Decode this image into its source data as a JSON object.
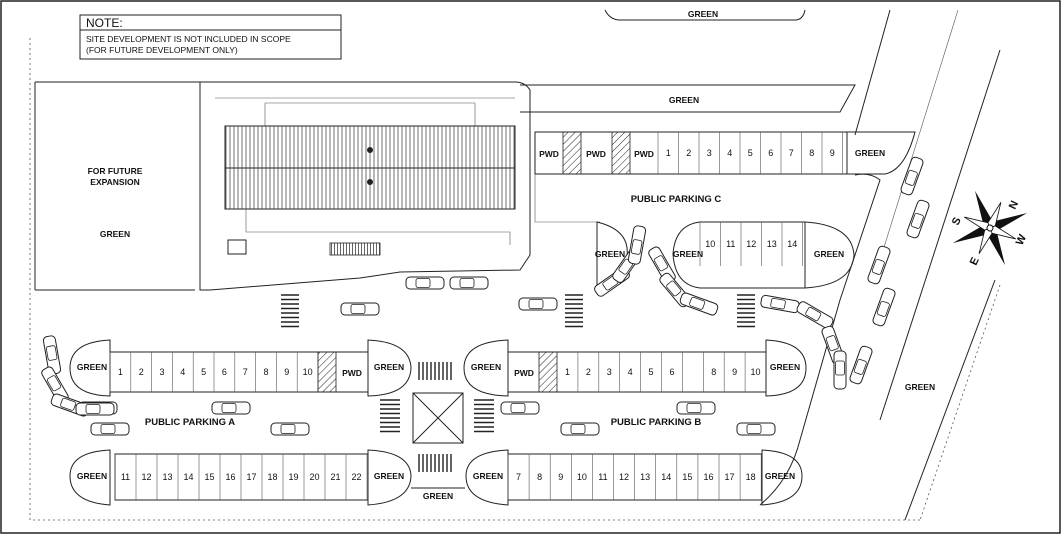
{
  "note": {
    "title": "NOTE:",
    "line1": "SITE DEVELOPMENT IS NOT INCLUDED IN SCOPE",
    "line2": "(FOR FUTURE DEVELOPMENT ONLY)"
  },
  "labels": {
    "green": "GREEN",
    "pwd": "PWD",
    "future_1": "FOR FUTURE",
    "future_2": "EXPANSION",
    "parking_a": "PUBLIC PARKING A",
    "parking_b": "PUBLIC PARKING B",
    "parking_c": "PUBLIC PARKING C"
  },
  "compass": {
    "n": "N",
    "s": "S",
    "e": "E",
    "w": "W"
  },
  "slots": {
    "parking_a_top": [
      "1",
      "2",
      "3",
      "4",
      "5",
      "6",
      "7",
      "8",
      "9",
      "10"
    ],
    "parking_a_bottom": [
      "11",
      "12",
      "13",
      "14",
      "15",
      "16",
      "17",
      "18",
      "19",
      "20",
      "21",
      "22"
    ],
    "parking_b_top": [
      "1",
      "2",
      "3",
      "4",
      "5",
      "6",
      "",
      "8",
      "9",
      "10"
    ],
    "parking_b_bottom": [
      "7",
      "8",
      "9",
      "10",
      "11",
      "12",
      "13",
      "14",
      "15",
      "16",
      "17",
      "18"
    ],
    "parking_c_row": [
      "1",
      "2",
      "3",
      "4",
      "5",
      "6",
      "7",
      "8",
      "9"
    ],
    "parking_c_island": [
      "10",
      "11",
      "12",
      "13",
      "14"
    ]
  }
}
